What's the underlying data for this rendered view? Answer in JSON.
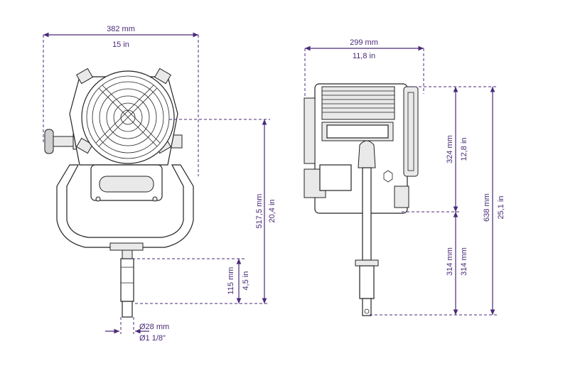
{
  "colors": {
    "dimension": "#4a2a78",
    "line": "#222222"
  },
  "front_view": {
    "width_mm": "382 mm",
    "width_in": "15 in",
    "height_mm": "517,5 mm",
    "height_in": "20,4 in",
    "spigot_mm": "115 mm",
    "spigot_in": "4,5 in",
    "diameter_mm": "Ø28 mm",
    "diameter_in": "Ø1 1/8\""
  },
  "side_view": {
    "depth_mm": "299 mm",
    "depth_in": "11,8 in",
    "head_mm": "324 mm",
    "head_in": "12,8 in",
    "pole_mm_1": "314 mm",
    "pole_mm_2": "314 mm",
    "total_mm": "638 mm",
    "total_in": "25,1 in"
  }
}
